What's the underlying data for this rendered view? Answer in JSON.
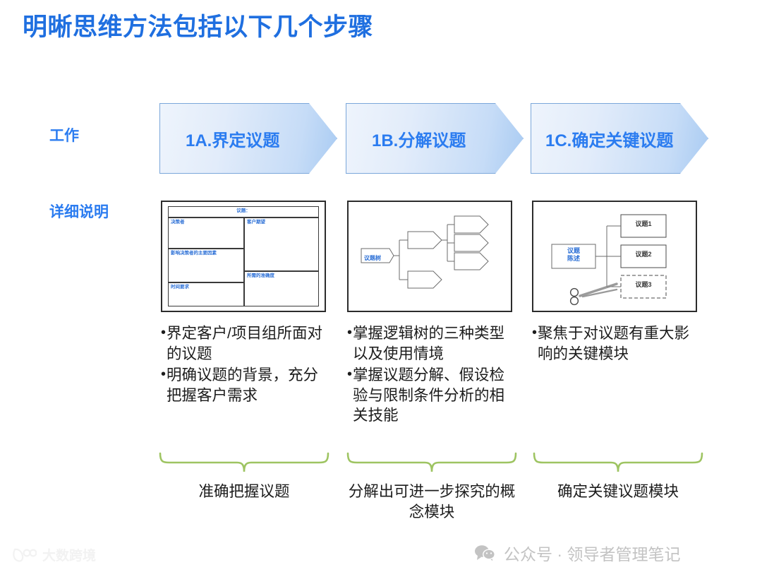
{
  "title": "明晰思维方法包括以下几个步骤",
  "colors": {
    "title_blue": "#1f6fe0",
    "label_blue": "#2b7cf0",
    "chevron_border": "#7ba7da",
    "chevron_fill_start": "#eef4fc",
    "chevron_fill_end": "#a9cbf2",
    "brace_green": "#9ec462",
    "body_text": "#1c1c1c",
    "diagram_blue": "#2b6fd6",
    "footer_gray": "#c3c3c3"
  },
  "row_labels": {
    "work": "工作",
    "detail": "详细说明"
  },
  "steps": [
    {
      "chevron_label": "1A.界定议题",
      "bullets": [
        "界定客户/项目组所面对的议题",
        "明确议题的背景，充分把握客户需求"
      ],
      "caption": "准确把握议题"
    },
    {
      "chevron_label": "1B.分解议题",
      "bullets": [
        "掌握逻辑树的三种类型以及使用情境",
        "掌握议题分解、假设检验与限制条件分析的相关技能"
      ],
      "caption": "分解出可进一步探究的概念模块"
    },
    {
      "chevron_label": "1C.确定关键议题",
      "bullets": [
        "聚焦于对议题有重大影响的关键模块"
      ],
      "caption": "确定关键议题模块"
    }
  ],
  "diagram_1": {
    "name": "issue-framing-table",
    "cells": {
      "issue": "议题：",
      "decision_maker": "决策者",
      "customer_expectation": "客户期望",
      "key_factors": "影响决策者的主要因素",
      "accuracy_needed": "所需的准确度",
      "time_requirement": "时间要求"
    }
  },
  "diagram_2": {
    "name": "issue-tree",
    "root": "议题树"
  },
  "diagram_3": {
    "name": "issue-statement-pruning",
    "root": "议题\n陈述",
    "root_line1": "议题",
    "root_line2": "陈述",
    "nodes": [
      "议题1",
      "议题2",
      "议题3"
    ]
  },
  "bullet_marker": "•",
  "footer": {
    "icon": "wechat-icon",
    "text": "公众号 · 领导者管理笔记"
  },
  "watermark": {
    "icon": "dashu-logo-icon",
    "text": "大数跨境"
  }
}
